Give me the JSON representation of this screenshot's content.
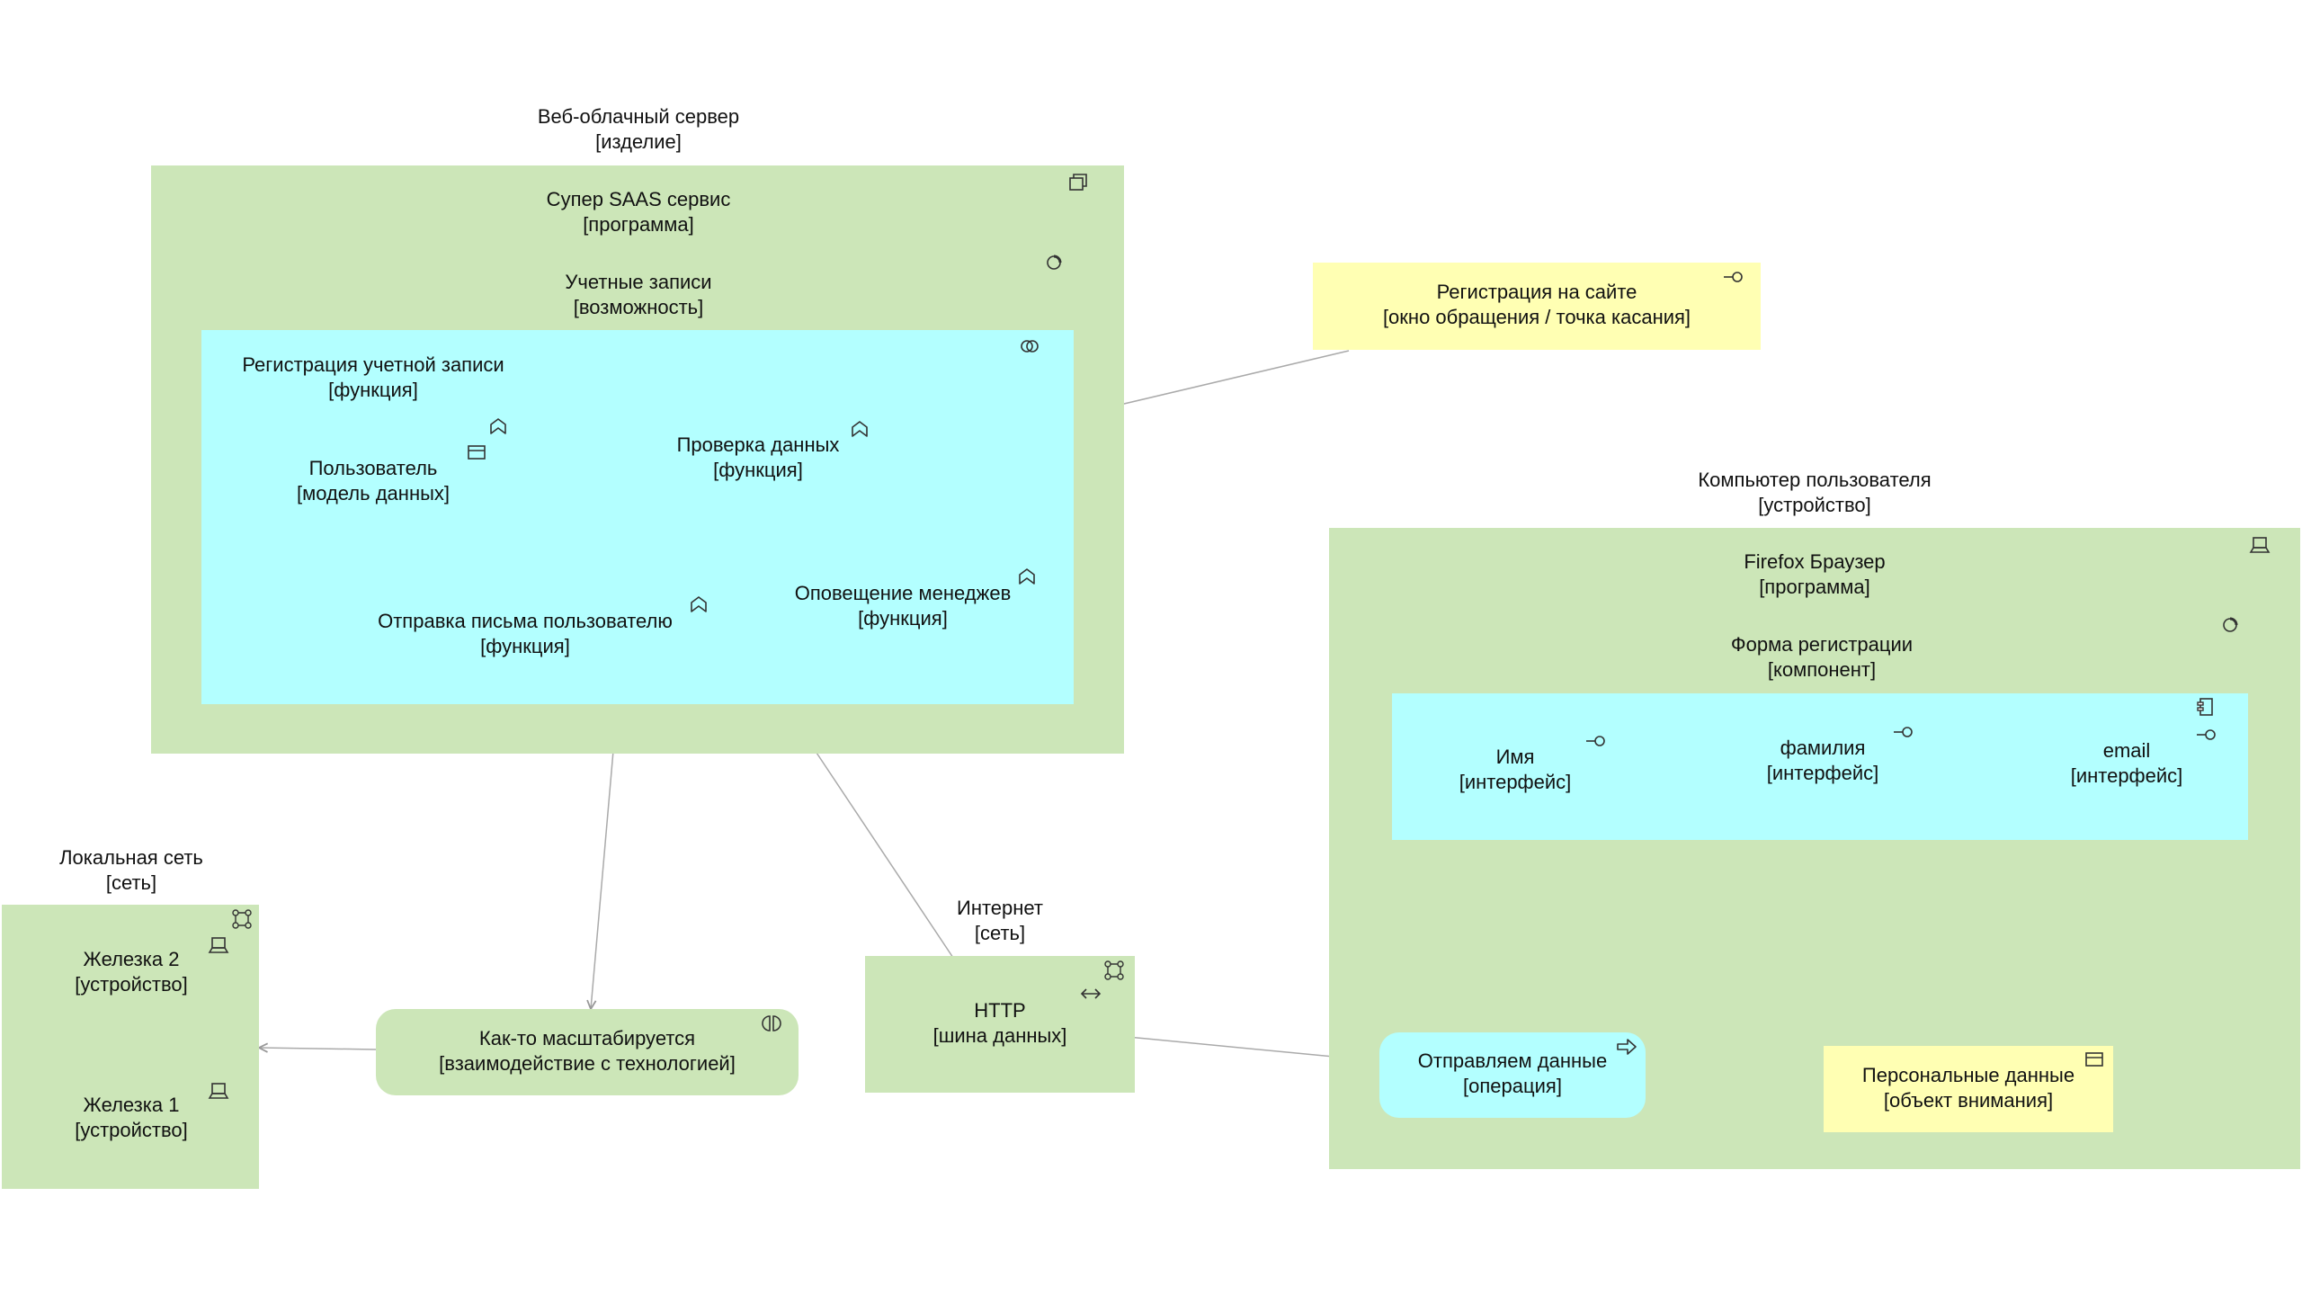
{
  "colors": {
    "node_green": "#cce6b8",
    "function_cyan": "#b3ffff",
    "business_yellow": "#ffffb3",
    "connector": "#aaaaaa"
  },
  "labels": {
    "web_server": {
      "name": "Веб-облачный сервер",
      "type": "[изделие]"
    },
    "saas": {
      "name": "Супер SAAS сервис",
      "type": "[программа]"
    },
    "accounts": {
      "name": "Учетные записи",
      "type": "[возможность]"
    },
    "reg_account": {
      "name": "Регистрация учетной записи",
      "type": "[функция]"
    },
    "user_model": {
      "name": "Пользователь",
      "type": "[модель данных]"
    },
    "check_data": {
      "name": "Проверка данных",
      "type": "[функция]"
    },
    "send_mail": {
      "name": "Отправка письма пользователю",
      "type": "[функция]"
    },
    "notify_mgr": {
      "name": "Оповещение менеджев",
      "type": "[функция]"
    },
    "site_reg": {
      "name": "Регистрация на сайте",
      "type": "[окно обращения / точка касания]"
    },
    "user_pc": {
      "name": "Компьютер пользователя",
      "type": "[устройство]"
    },
    "firefox": {
      "name": "Firefox Браузер",
      "type": "[программа]"
    },
    "reg_form": {
      "name": "Форма регистрации",
      "type": "[компонент]"
    },
    "name_if": {
      "name": "Имя",
      "type": "[интерфейс]"
    },
    "surname_if": {
      "name": "фамилия",
      "type": "[интерфейс]"
    },
    "email_if": {
      "name": "email",
      "type": "[интерфейс]"
    },
    "send_data": {
      "name": "Отправляем данные",
      "type": "[операция]"
    },
    "personal_data": {
      "name": "Персональные данные",
      "type": "[объект внимания]"
    },
    "local_net": {
      "name": "Локальная сеть",
      "type": "[сеть]"
    },
    "hw2": {
      "name": "Железка 2",
      "type": "[устройство]"
    },
    "hw1": {
      "name": "Железка 1",
      "type": "[устройство]"
    },
    "scaling": {
      "name": "Как-то масштабируется",
      "type": "[взаимодействие с технологией]"
    },
    "internet": {
      "name": "Интернет",
      "type": "[сеть]"
    },
    "http": {
      "name": "HTTP",
      "type": "[шина данных]"
    }
  },
  "icons": {
    "artifact": "artifact-icon",
    "component": "component-icon",
    "capability": "capability-icon",
    "collaboration": "collaboration-icon",
    "function": "function-icon",
    "data_object": "data-object-icon",
    "interface": "interface-icon",
    "device": "device-icon",
    "network": "network-icon",
    "interaction": "interaction-icon",
    "data_bus": "data-bus-icon",
    "process": "process-icon"
  }
}
